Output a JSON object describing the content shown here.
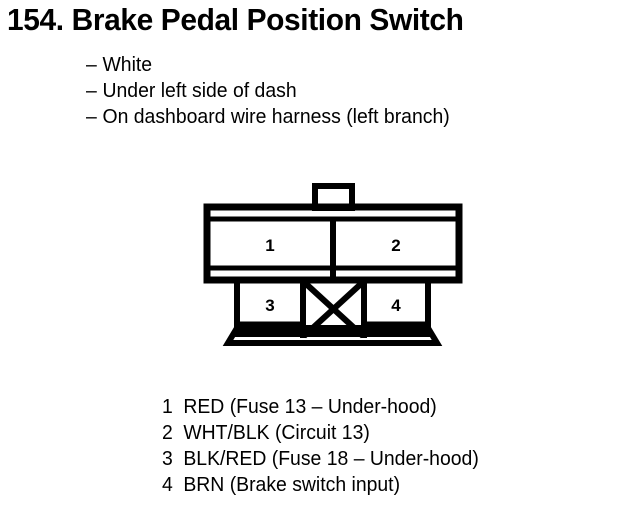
{
  "page": {
    "title": "154. Brake Pedal Position Switch",
    "background_color": "#ffffff",
    "ink_color": "#000000"
  },
  "notes": {
    "dash": "–",
    "items": [
      "White",
      "Under left side of dash",
      "On dashboard wire harness (left branch)"
    ]
  },
  "connector": {
    "name": "4-way connector face view",
    "cavity_labels": {
      "pin1": "1",
      "pin2": "2",
      "pin3": "3",
      "pin4": "4"
    },
    "blocked_cavity_note": "X"
  },
  "legend": {
    "rows": [
      {
        "num": "1",
        "label": "RED (Fuse 13 – Under-hood)"
      },
      {
        "num": "2",
        "label": "WHT/BLK (Circuit 13)"
      },
      {
        "num": "3",
        "label": "BLK/RED (Fuse 18 – Under-hood)"
      },
      {
        "num": "4",
        "label": "BRN (Brake switch input)"
      }
    ]
  }
}
